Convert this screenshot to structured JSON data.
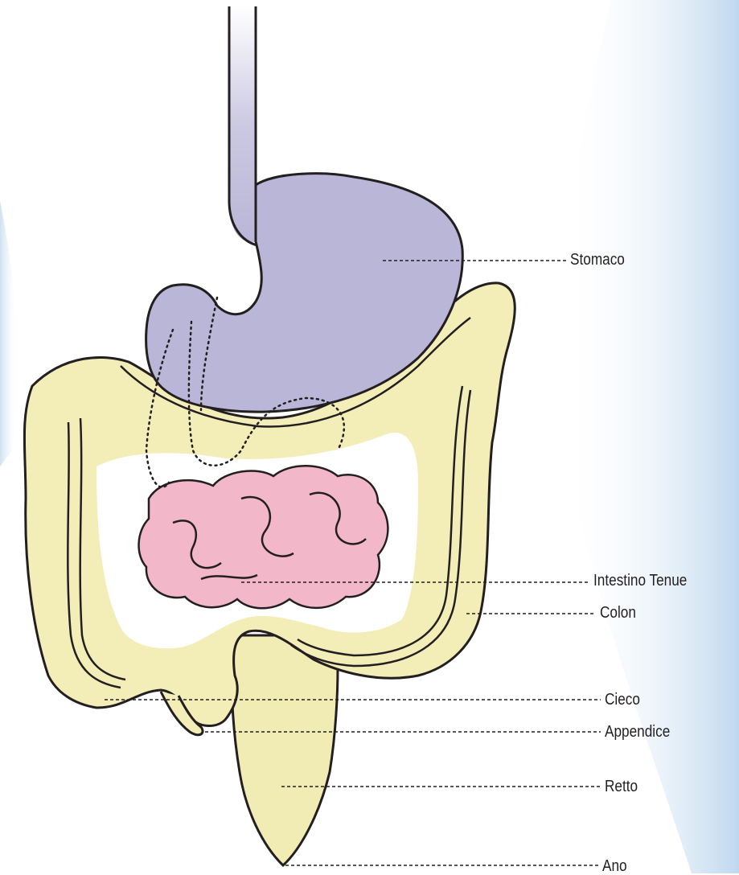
{
  "labels": {
    "stomaco": "Stomaco",
    "intestino_tenue": "Intestino Tenue",
    "colon": "Colon",
    "cieco": "Cieco",
    "appendice": "Appendice",
    "retto": "Retto",
    "ano": "Ano"
  },
  "colors": {
    "stomach": "#b9b6d7",
    "colon": "#f3eeb8",
    "small_intestine": "#f2b7c8",
    "outline": "#231f20",
    "background_glow": "#c9def0"
  }
}
